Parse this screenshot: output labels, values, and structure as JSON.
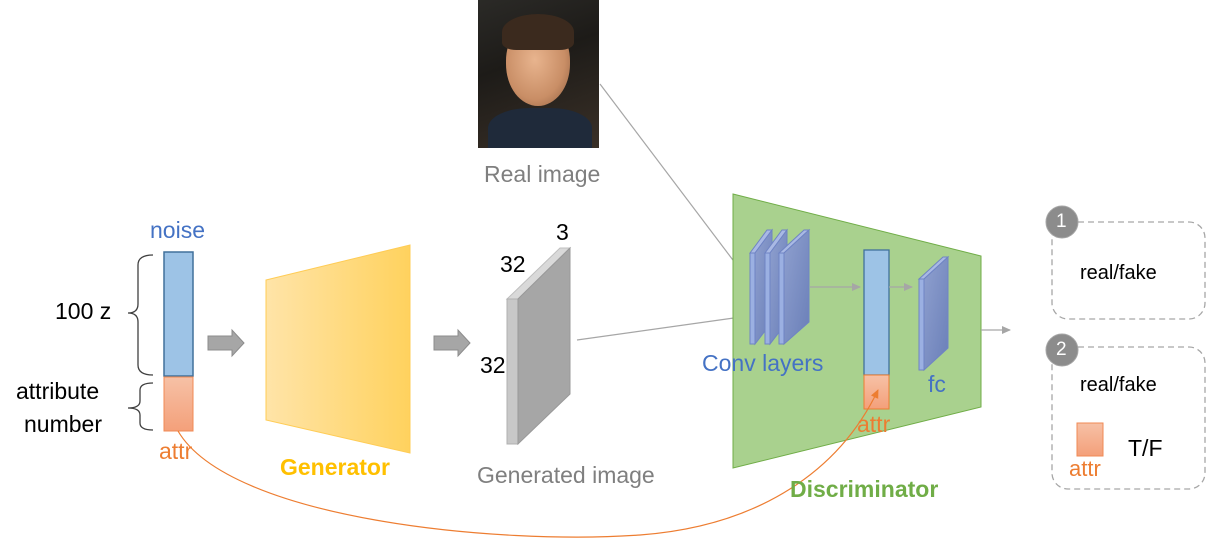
{
  "diagram": {
    "title": "Conditional GAN with attribute",
    "input_vector": {
      "noise_label": "noise",
      "noise_size_label": "100 z",
      "attr_size_label_line1": "attribute",
      "attr_size_label_line2": "number",
      "attr_label": "attr"
    },
    "generator": {
      "label": "Generator"
    },
    "generated_image": {
      "label": "Generated image",
      "dim_height": "32",
      "dim_width": "32",
      "dim_channels": "3"
    },
    "real_image": {
      "label": "Real image"
    },
    "discriminator": {
      "label": "Discriminator",
      "conv_label": "Conv layers",
      "fc_label": "fc",
      "attr_label": "attr"
    },
    "outputs": [
      {
        "number": "1",
        "text": "real/fake"
      },
      {
        "number": "2",
        "text": "real/fake",
        "attr_label": "attr",
        "attr_text": "T/F"
      }
    ],
    "colors": {
      "noise_blue": "#9dc3e6",
      "noise_text": "#4472c4",
      "attr_orange": "#f4a582",
      "attr_text": "#ed7d31",
      "generator_yellow": "#ffd966",
      "generator_text": "#ffc000",
      "discriminator_green": "#a9d18e",
      "discriminator_text": "#70ad47",
      "gray_text": "#7f7f7f",
      "badge_gray": "#8c8c8c"
    }
  }
}
